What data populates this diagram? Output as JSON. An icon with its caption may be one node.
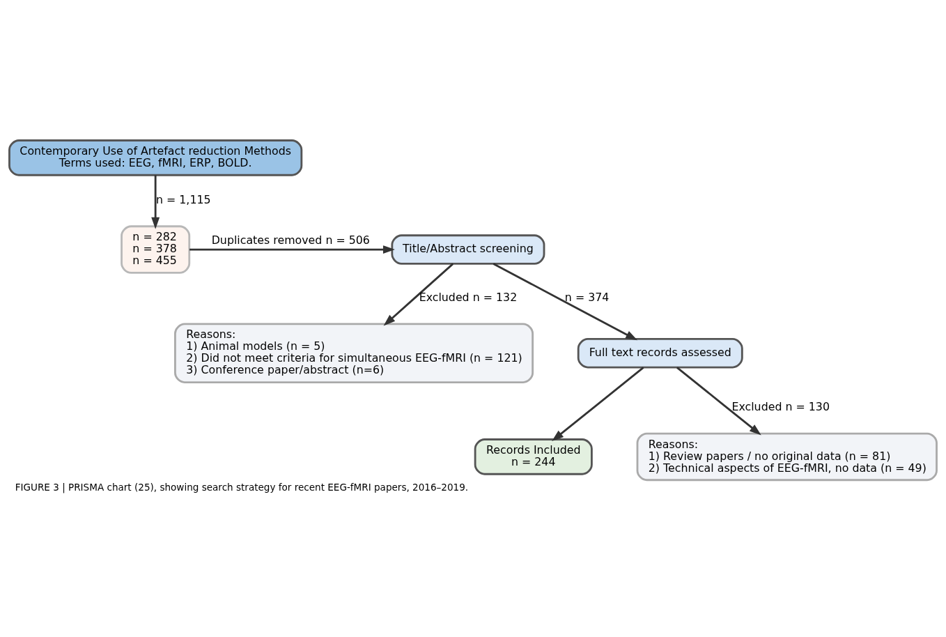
{
  "diagram": {
    "caption": "FIGURE 3 | PRISMA chart (25), showing search strategy for recent EEG-fMRI papers, 2016–2019.",
    "nodes": [
      {
        "text": [
          "Contemporary Use of Artefact reduction Methods",
          "Terms used: EEG, fMRI, ERP, BOLD."
        ]
      },
      {
        "text": [
          "n = 282",
          "n = 378",
          "n = 455"
        ]
      },
      {
        "text": [
          "Title/Abstract screening"
        ]
      },
      {
        "text": [
          "Reasons:",
          "1) Animal models (n = 5)",
          "2) Did not meet criteria for simultaneous EEG-fMRI (n = 121)",
          "3) Conference paper/abstract (n=6)"
        ]
      },
      {
        "text": [
          "Full text records assessed"
        ]
      },
      {
        "text": [
          "Records Included",
          "n = 244"
        ]
      },
      {
        "text": [
          "Reasons:",
          "1) Review papers / no original data (n = 81)",
          "2) Technical aspects of EEG-fMRI, no data (n = 49)"
        ]
      }
    ],
    "edges": [
      {
        "from": 0,
        "to": 1,
        "arrow": "to",
        "label": "n = 1,115"
      },
      {
        "from": 1,
        "to": 2,
        "arrow": "to",
        "label": "Duplicates removed n = 506"
      },
      {
        "from": 2,
        "to": 4,
        "arrow": "to",
        "label": "n = 374"
      },
      {
        "from": 2,
        "to": 3,
        "arrow": "to",
        "label": "Excluded n = 132"
      },
      {
        "from": 4,
        "to": 5,
        "arrow": "to"
      },
      {
        "from": 4,
        "to": 6,
        "arrow": "to",
        "label": "Excluded n = 130"
      }
    ]
  }
}
